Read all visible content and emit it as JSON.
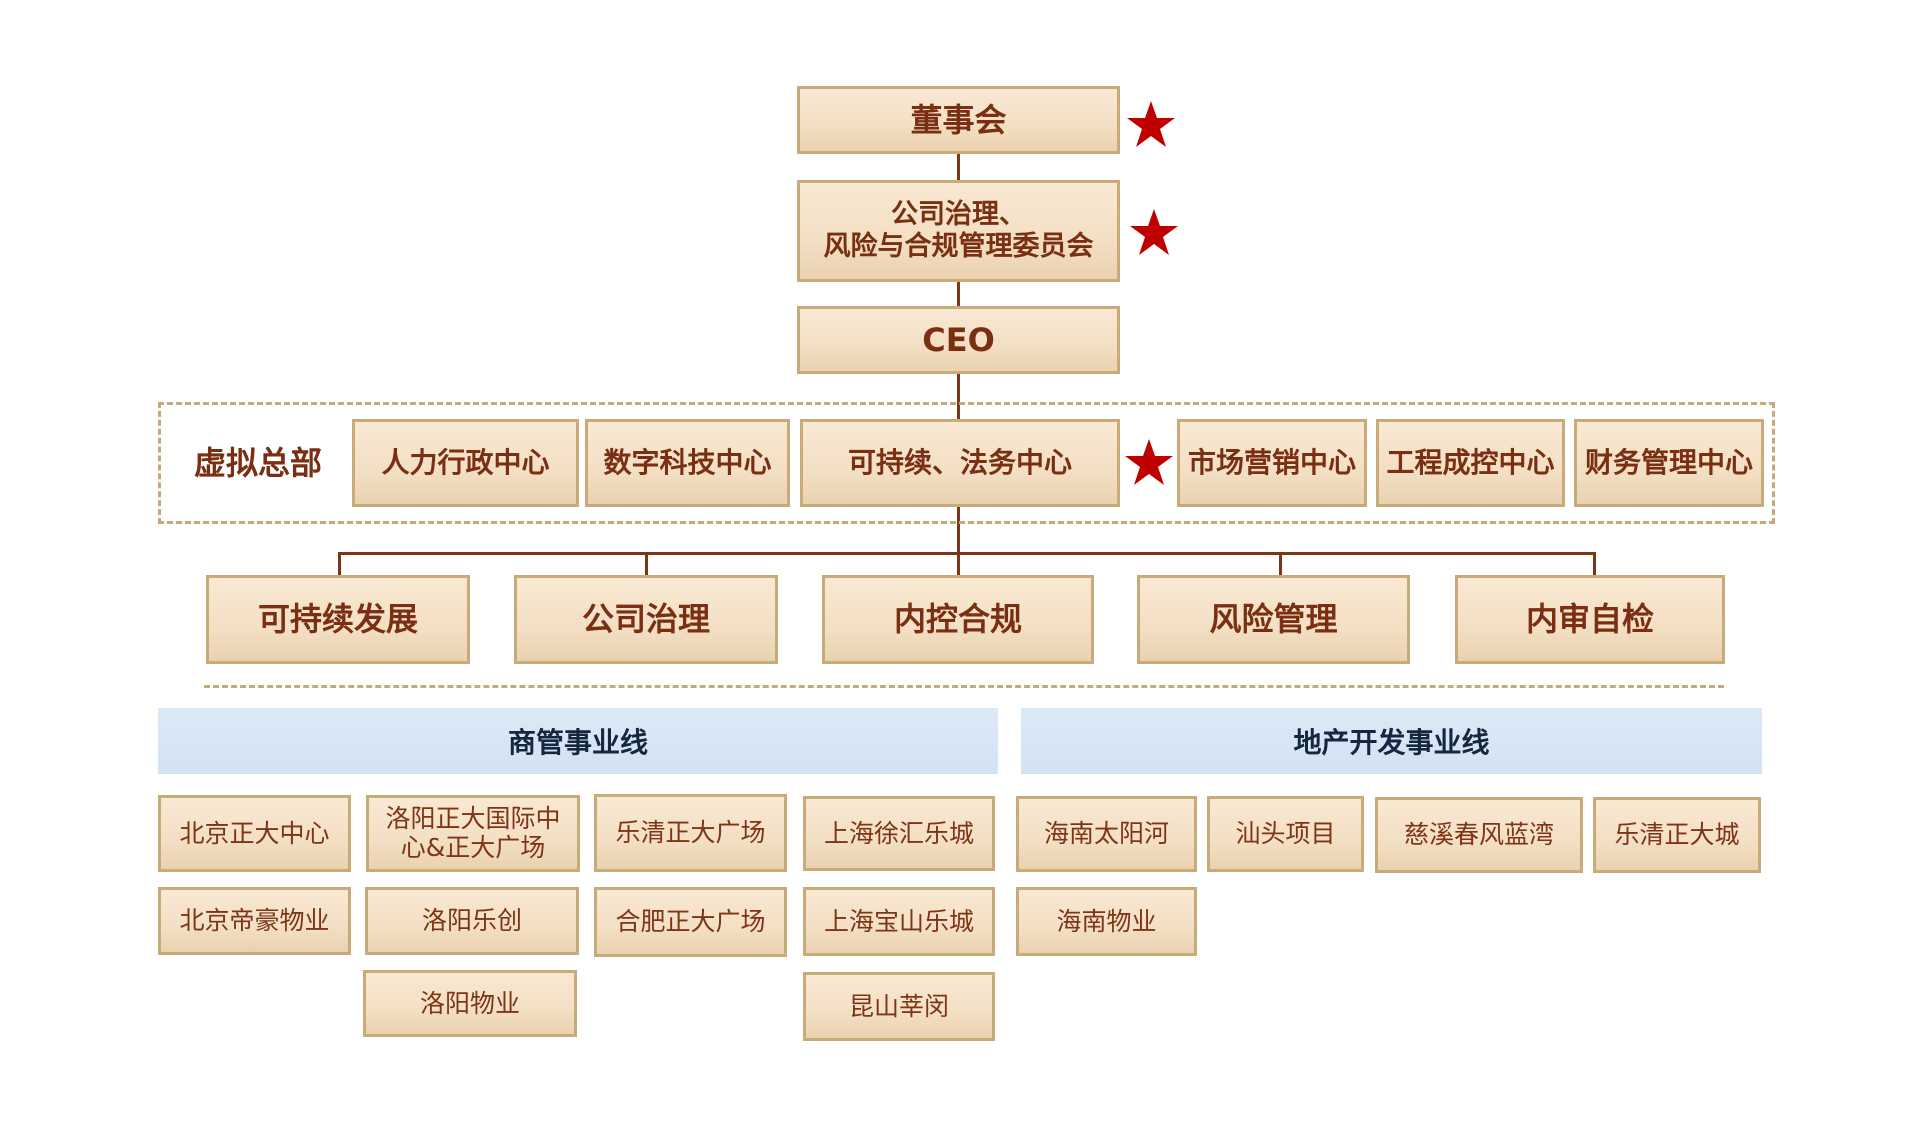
{
  "top_chain": {
    "board": "董事会",
    "committee_line1": "公司治理、",
    "committee_line2": "风险与合规管理委员会",
    "ceo": "CEO"
  },
  "virtual_hq": {
    "label": "虚拟总部",
    "centers": [
      "人力行政中心",
      "数字科技中心",
      "可持续、法务中心",
      "市场营销中心",
      "工程成控中心",
      "财务管理中心"
    ]
  },
  "functions": [
    "可持续发展",
    "公司治理",
    "内控合规",
    "风险管理",
    "内审自检"
  ],
  "marks": {
    "star_icon": "star-icon",
    "star_color": "#c00000"
  },
  "business_lines": {
    "commercial": {
      "title": "商管事业线",
      "projects": {
        "col1": [
          "北京正大中心",
          "北京帝豪物业"
        ],
        "col2_line1": "洛阳正大国际中",
        "col2_line2": "心&正大广场",
        "col2": [
          "洛阳乐创",
          "洛阳物业"
        ],
        "col3": [
          "乐清正大广场",
          "合肥正大广场"
        ],
        "col4": [
          "上海徐汇乐城",
          "上海宝山乐城",
          "昆山莘闵"
        ]
      }
    },
    "real_estate": {
      "title": "地产开发事业线",
      "projects": [
        "海南太阳河",
        "汕头项目",
        "慈溪春风蓝湾",
        "乐清正大城",
        "海南物业"
      ]
    }
  },
  "colors": {
    "box_text": "#7a2f12",
    "box_border": "#c9ab7a",
    "connector": "#7d3517",
    "header_text": "#15263f",
    "header_bg": "#d8e6f6"
  }
}
